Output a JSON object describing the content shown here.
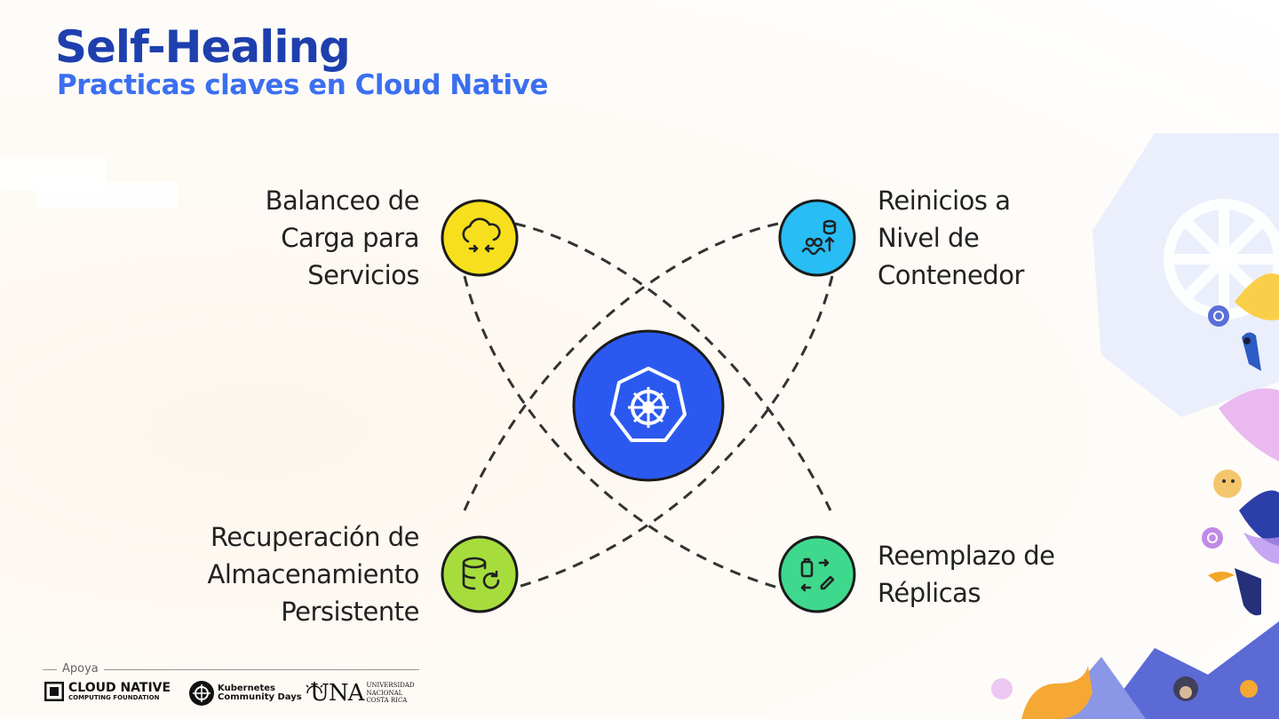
{
  "title": "Self-Healing",
  "subtitle": "Practicas claves en Cloud Native",
  "center": {
    "icon": "kubernetes-wheel-icon",
    "color": "#2b59f0"
  },
  "nodes": [
    {
      "id": "balanceo",
      "lines": [
        "Balanceo de",
        "Carga para",
        "Servicios"
      ],
      "icon": "cloud-exchange-icon",
      "color": "#f7df1e"
    },
    {
      "id": "reinicios",
      "lines": [
        "Reinicios a",
        "Nivel de",
        "Contenedor"
      ],
      "icon": "container-restart-icon",
      "color": "#28bdf5"
    },
    {
      "id": "recuperacion",
      "lines": [
        "Recuperación de",
        "Almacenamiento",
        "Persistente"
      ],
      "icon": "database-refresh-icon",
      "color": "#a6dd3c"
    },
    {
      "id": "reemplazo",
      "lines": [
        "Reemplazo de",
        "Réplicas"
      ],
      "icon": "replica-swap-icon",
      "color": "#3fd98e"
    }
  ],
  "footer": {
    "apoya": "Apoya",
    "logos": [
      {
        "line1": "CLOUD NATIVE",
        "line2": "COMPUTING FOUNDATION"
      },
      {
        "line1": "Kubernetes",
        "line2": "Community Days"
      },
      {
        "main": "UNA",
        "small1": "UNIVERSIDAD",
        "small2": "NACIONAL",
        "small3": "COSTA RICA"
      }
    ]
  }
}
